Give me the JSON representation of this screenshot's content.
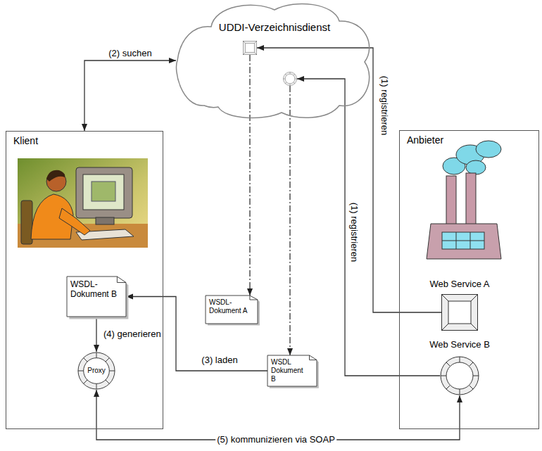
{
  "diagram": {
    "nodes": [
      {
        "text": [
          "UDDI-Verzeichnisdienst"
        ]
      },
      {
        "text": [
          "Klient"
        ]
      },
      {
        "text": [
          "WSDL-Dokument B"
        ],
        "in": 1
      },
      {
        "text": [
          "Proxy"
        ],
        "in": 1
      },
      {
        "text": [
          "Anbieter"
        ]
      },
      {
        "text": [
          "Web Service A"
        ],
        "in": 4
      },
      {
        "text": [
          "Web Service B"
        ],
        "in": 4
      },
      {
        "text": [
          "WSDL-Dokument A"
        ]
      },
      {
        "text": [
          "WSDL Dokument B"
        ]
      }
    ],
    "edges": [
      {
        "from": 1,
        "to": 0,
        "label": "(2) suchen",
        "arrow": "both"
      },
      {
        "from": 5,
        "to": 0,
        "label": "(1) registrieren",
        "arrow": "to"
      },
      {
        "from": 6,
        "to": 0,
        "label": "(1) registrieren",
        "arrow": "to"
      },
      {
        "from": 0,
        "to": 7,
        "arrow": "to"
      },
      {
        "from": 0,
        "to": 8,
        "arrow": "to"
      },
      {
        "from": 8,
        "to": 2,
        "label": "(3) laden",
        "arrow": "to"
      },
      {
        "from": 2,
        "to": 3,
        "label": "(4) generieren",
        "arrow": "to"
      },
      {
        "from": 3,
        "to": 6,
        "label": "(5) kommunizieren via SOAP",
        "arrow": "both"
      }
    ]
  }
}
